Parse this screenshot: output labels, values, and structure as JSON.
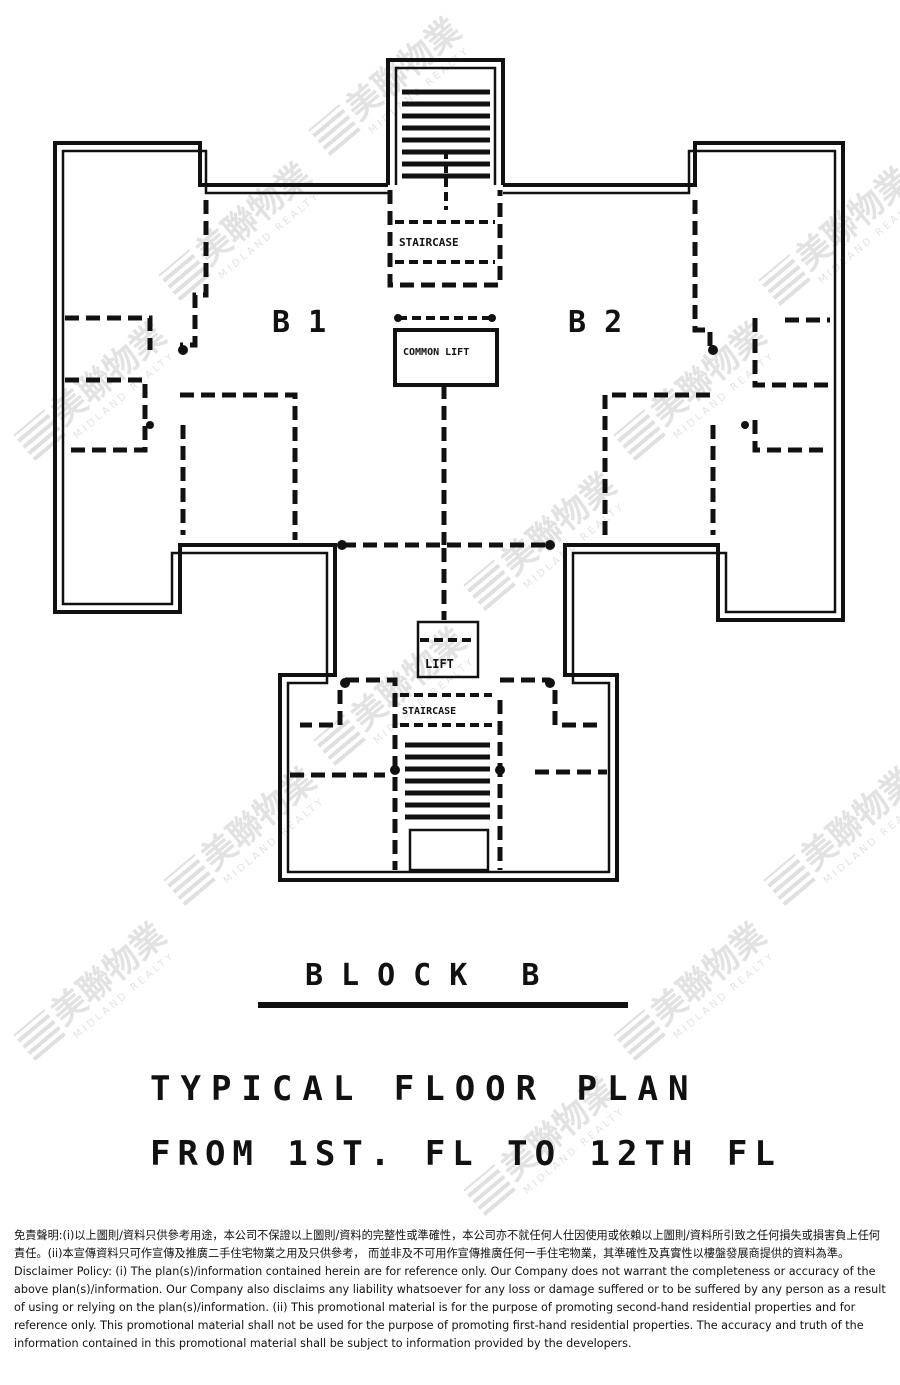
{
  "plan": {
    "unit_left": "B 1",
    "unit_right": "B 2",
    "staircase_top": "STAIRCASE",
    "common_lift": "COMMON LIFT",
    "lift_bottom": "LIFT",
    "staircase_bottom": "STAIRCASE",
    "block_title": "BLOCK B",
    "plan_title": "TYPICAL FLOOR PLAN",
    "plan_range": "FROM 1ST. FL TO 12TH FL"
  },
  "watermark": {
    "brand": "美聯物業",
    "brand_en": "MIDLAND REALTY"
  },
  "disclaimer": {
    "zh": "免責聲明:(i)以上圖則/資料只供參考用途，本公司不保證以上圖則/資料的完整性或準確性，本公司亦不就任何人仕因使用或依賴以上圖則/資料所引致之任何損失或損害負上任何責任。(ii)本宣傳資料只可作宣傳及推廣二手住宅物業之用及只供參考， 而並非及不可用作宣傳推廣任何一手住宅物業，其準確性及真實性以樓盤發展商提供的資料為準。",
    "en": "Disclaimer Policy: (i) The plan(s)/information contained herein are for reference only. Our Company does not warrant the completeness or accuracy of the above plan(s)/information. Our Company also disclaims any liability whatsoever for any loss or damage suffered or to be suffered by any person as a result of using or relying on the plan(s)/information. (ii) This promotional material is for the purpose of promoting second-hand residential properties and for reference only. This promotional material shall not be used for the purpose of promoting first-hand residential properties. The accuracy and truth of the information contained in this promotional material shall be subject to information provided by the developers."
  }
}
